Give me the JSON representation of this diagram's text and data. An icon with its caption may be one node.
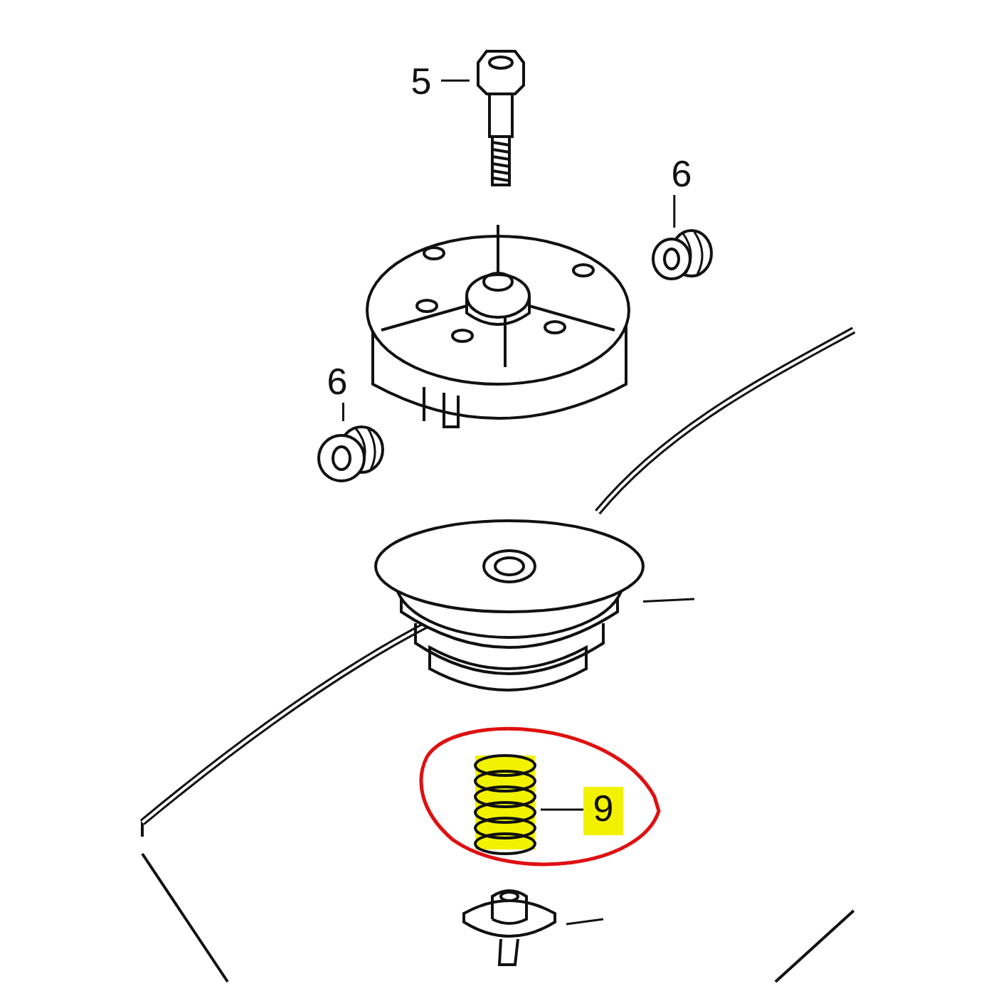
{
  "diagram": {
    "nodes": [
      {
        "text": [
          "5"
        ]
      },
      {
        "text": [],
        "shape": "picture"
      },
      {
        "text": [
          "6"
        ]
      },
      {
        "text": [],
        "shape": "picture"
      },
      {
        "text": [
          "6"
        ]
      },
      {
        "text": [],
        "shape": "picture"
      },
      {
        "text": [],
        "shape": "picture"
      },
      {
        "text": [
          "9"
        ]
      },
      {
        "text": [],
        "shape": "picture"
      },
      {
        "text": [],
        "shape": "picture"
      }
    ],
    "edges": [
      {
        "from": 0,
        "to": 1,
        "arrow": "none"
      },
      {
        "from": 2,
        "to": 3,
        "arrow": "none"
      },
      {
        "from": 4,
        "to": 5,
        "arrow": "none"
      },
      {
        "from": null,
        "to": 6,
        "arrow": "none"
      },
      {
        "from": 7,
        "to": 8,
        "arrow": "none"
      },
      {
        "from": null,
        "to": 9,
        "arrow": "none"
      }
    ]
  }
}
